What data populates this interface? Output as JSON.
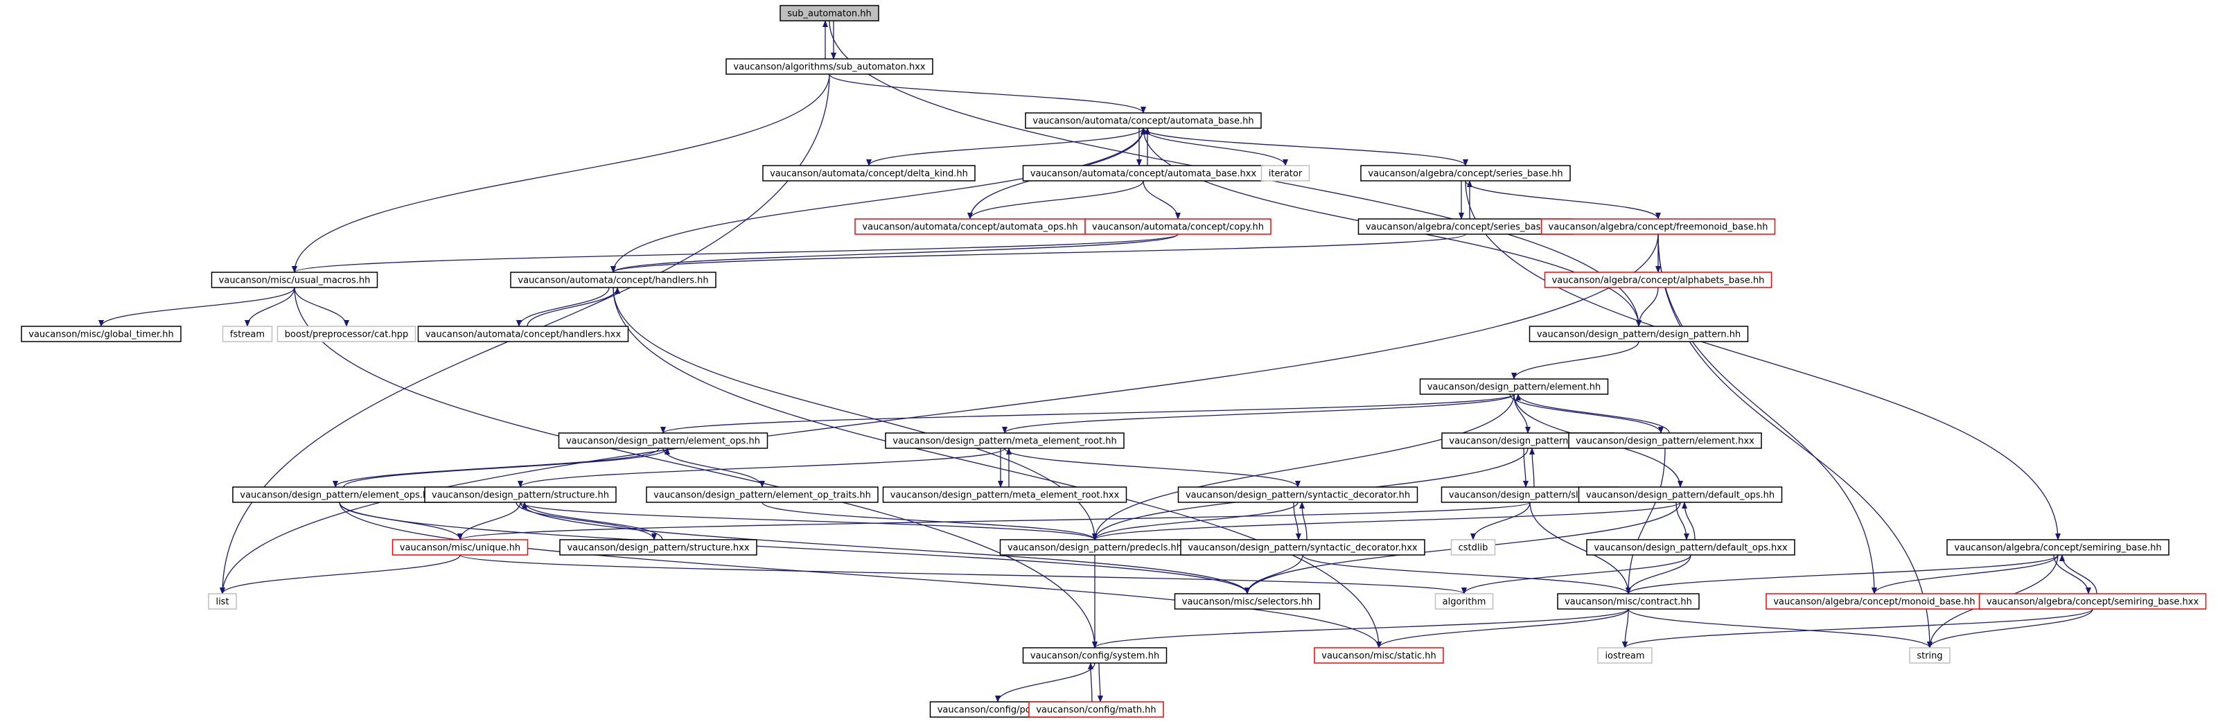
{
  "colors": {
    "edge": "#191970",
    "border_default": "#000000",
    "border_external": "#bfbfbf",
    "border_missing": "#ff0000",
    "root_fill": "#bfbfbf",
    "fill": "#ffffff"
  },
  "nodes": [
    {
      "id": "sub_automaton_hh",
      "label": "sub_automaton.hh",
      "kind": "root"
    },
    {
      "id": "alg_sub_automaton_hxx",
      "label": "vaucanson/algorithms/sub_automaton.hxx",
      "kind": "normal"
    },
    {
      "id": "automata_base_hh",
      "label": "vaucanson/automata/concept/automata_base.hh",
      "kind": "normal"
    },
    {
      "id": "delta_kind_hh",
      "label": "vaucanson/automata/concept/delta_kind.hh",
      "kind": "normal"
    },
    {
      "id": "automata_base_hxx",
      "label": "vaucanson/automata/concept/automata_base.hxx",
      "kind": "normal"
    },
    {
      "id": "iterator",
      "label": "iterator",
      "kind": "external"
    },
    {
      "id": "series_base_hh",
      "label": "vaucanson/algebra/concept/series_base.hh",
      "kind": "normal"
    },
    {
      "id": "automata_ops_hh",
      "label": "vaucanson/automata/concept/automata_ops.hh",
      "kind": "missing"
    },
    {
      "id": "copy_hh",
      "label": "vaucanson/automata/concept/copy.hh",
      "kind": "missing"
    },
    {
      "id": "series_base_hxx",
      "label": "vaucanson/algebra/concept/series_base.hxx",
      "kind": "normal"
    },
    {
      "id": "freemonoid_base_hh",
      "label": "vaucanson/algebra/concept/freemonoid_base.hh",
      "kind": "missing"
    },
    {
      "id": "usual_macros_hh",
      "label": "vaucanson/misc/usual_macros.hh",
      "kind": "normal"
    },
    {
      "id": "handlers_hh",
      "label": "vaucanson/automata/concept/handlers.hh",
      "kind": "normal"
    },
    {
      "id": "alphabets_base_hh",
      "label": "vaucanson/algebra/concept/alphabets_base.hh",
      "kind": "missing"
    },
    {
      "id": "global_timer_hh",
      "label": "vaucanson/misc/global_timer.hh",
      "kind": "normal"
    },
    {
      "id": "fstream",
      "label": "fstream",
      "kind": "external"
    },
    {
      "id": "boost_cat_hpp",
      "label": "boost/preprocessor/cat.hpp",
      "kind": "external"
    },
    {
      "id": "handlers_hxx",
      "label": "vaucanson/automata/concept/handlers.hxx",
      "kind": "normal"
    },
    {
      "id": "design_pattern_hh",
      "label": "vaucanson/design_pattern/design_pattern.hh",
      "kind": "normal"
    },
    {
      "id": "element_hh",
      "label": "vaucanson/design_pattern/element.hh",
      "kind": "normal"
    },
    {
      "id": "element_ops_hh",
      "label": "vaucanson/design_pattern/element_ops.hh",
      "kind": "normal"
    },
    {
      "id": "meta_element_root_hh",
      "label": "vaucanson/design_pattern/meta_element_root.hh",
      "kind": "normal"
    },
    {
      "id": "slots_hh",
      "label": "vaucanson/design_pattern/slots.hh",
      "kind": "normal"
    },
    {
      "id": "element_hxx",
      "label": "vaucanson/design_pattern/element.hxx",
      "kind": "normal"
    },
    {
      "id": "element_ops_hxx",
      "label": "vaucanson/design_pattern/element_ops.hxx",
      "kind": "normal"
    },
    {
      "id": "structure_hh",
      "label": "vaucanson/design_pattern/structure.hh",
      "kind": "normal"
    },
    {
      "id": "element_op_traits_hh",
      "label": "vaucanson/design_pattern/element_op_traits.hh",
      "kind": "normal"
    },
    {
      "id": "meta_element_root_hxx",
      "label": "vaucanson/design_pattern/meta_element_root.hxx",
      "kind": "normal"
    },
    {
      "id": "syntactic_decorator_hh",
      "label": "vaucanson/design_pattern/syntactic_decorator.hh",
      "kind": "normal"
    },
    {
      "id": "slots_hxx",
      "label": "vaucanson/design_pattern/slots.hxx",
      "kind": "normal"
    },
    {
      "id": "default_ops_hh",
      "label": "vaucanson/design_pattern/default_ops.hh",
      "kind": "normal"
    },
    {
      "id": "unique_hh",
      "label": "vaucanson/misc/unique.hh",
      "kind": "missing"
    },
    {
      "id": "structure_hxx",
      "label": "vaucanson/design_pattern/structure.hxx",
      "kind": "normal"
    },
    {
      "id": "predecls_hh",
      "label": "vaucanson/design_pattern/predecls.hh",
      "kind": "normal"
    },
    {
      "id": "syntactic_decorator_hxx",
      "label": "vaucanson/design_pattern/syntactic_decorator.hxx",
      "kind": "normal"
    },
    {
      "id": "cstdlib",
      "label": "cstdlib",
      "kind": "external"
    },
    {
      "id": "default_ops_hxx",
      "label": "vaucanson/design_pattern/default_ops.hxx",
      "kind": "normal"
    },
    {
      "id": "semiring_base_hh",
      "label": "vaucanson/algebra/concept/semiring_base.hh",
      "kind": "normal"
    },
    {
      "id": "list",
      "label": "list",
      "kind": "external"
    },
    {
      "id": "selectors_hh",
      "label": "vaucanson/misc/selectors.hh",
      "kind": "normal"
    },
    {
      "id": "algorithm",
      "label": "algorithm",
      "kind": "external"
    },
    {
      "id": "contract_hh",
      "label": "vaucanson/misc/contract.hh",
      "kind": "normal"
    },
    {
      "id": "monoid_base_hh",
      "label": "vaucanson/algebra/concept/monoid_base.hh",
      "kind": "missing"
    },
    {
      "id": "semiring_base_hxx",
      "label": "vaucanson/algebra/concept/semiring_base.hxx",
      "kind": "missing"
    },
    {
      "id": "system_hh",
      "label": "vaucanson/config/system.hh",
      "kind": "normal"
    },
    {
      "id": "static_hh",
      "label": "vaucanson/misc/static.hh",
      "kind": "missing"
    },
    {
      "id": "iostream",
      "label": "iostream",
      "kind": "external"
    },
    {
      "id": "string",
      "label": "string",
      "kind": "external"
    },
    {
      "id": "pconf_hh",
      "label": "vaucanson/config/pconf.hh",
      "kind": "normal"
    },
    {
      "id": "math_hh",
      "label": "vaucanson/config/math.hh",
      "kind": "missing"
    }
  ],
  "edges": [
    [
      "sub_automaton_hh",
      "alg_sub_automaton_hxx"
    ],
    [
      "alg_sub_automaton_hxx",
      "sub_automaton_hh"
    ],
    [
      "sub_automaton_hh",
      "design_pattern_hh"
    ],
    [
      "alg_sub_automaton_hxx",
      "automata_base_hh"
    ],
    [
      "alg_sub_automaton_hxx",
      "usual_macros_hh"
    ],
    [
      "alg_sub_automaton_hxx",
      "list"
    ],
    [
      "automata_base_hh",
      "delta_kind_hh"
    ],
    [
      "automata_base_hh",
      "automata_base_hxx"
    ],
    [
      "automata_base_hxx",
      "automata_base_hh"
    ],
    [
      "automata_base_hh",
      "iterator"
    ],
    [
      "automata_base_hh",
      "series_base_hh"
    ],
    [
      "automata_base_hh",
      "handlers_hh"
    ],
    [
      "automata_base_hh",
      "design_pattern_hh"
    ],
    [
      "automata_base_hxx",
      "automata_ops_hh"
    ],
    [
      "automata_base_hxx",
      "copy_hh"
    ],
    [
      "automata_ops_hh",
      "automata_base_hh"
    ],
    [
      "copy_hh",
      "handlers_hh"
    ],
    [
      "copy_hh",
      "usual_macros_hh"
    ],
    [
      "series_base_hh",
      "series_base_hxx"
    ],
    [
      "series_base_hxx",
      "series_base_hh"
    ],
    [
      "series_base_hh",
      "freemonoid_base_hh"
    ],
    [
      "series_base_hh",
      "semiring_base_hh"
    ],
    [
      "series_base_hxx",
      "handlers_hh"
    ],
    [
      "freemonoid_base_hh",
      "alphabets_base_hh"
    ],
    [
      "freemonoid_base_hh",
      "monoid_base_hh"
    ],
    [
      "freemonoid_base_hh",
      "string"
    ],
    [
      "freemonoid_base_hh",
      "list"
    ],
    [
      "alphabets_base_hh",
      "design_pattern_hh"
    ],
    [
      "usual_macros_hh",
      "global_timer_hh"
    ],
    [
      "usual_macros_hh",
      "fstream"
    ],
    [
      "usual_macros_hh",
      "boost_cat_hpp"
    ],
    [
      "usual_macros_hh",
      "system_hh"
    ],
    [
      "handlers_hh",
      "handlers_hxx"
    ],
    [
      "handlers_hxx",
      "handlers_hh"
    ],
    [
      "handlers_hh",
      "predecls_hh"
    ],
    [
      "handlers_hh",
      "static_hh"
    ],
    [
      "design_pattern_hh",
      "element_hh"
    ],
    [
      "element_hh",
      "element_ops_hh"
    ],
    [
      "element_hh",
      "meta_element_root_hh"
    ],
    [
      "element_hh",
      "slots_hh"
    ],
    [
      "element_hh",
      "element_hxx"
    ],
    [
      "element_hxx",
      "element_hh"
    ],
    [
      "element_hh",
      "default_ops_hh"
    ],
    [
      "element_hh",
      "predecls_hh"
    ],
    [
      "element_hxx",
      "contract_hh"
    ],
    [
      "element_ops_hh",
      "element_ops_hxx"
    ],
    [
      "element_ops_hxx",
      "element_ops_hh"
    ],
    [
      "element_ops_hh",
      "element_op_traits_hh"
    ],
    [
      "element_ops_hxx",
      "unique_hh"
    ],
    [
      "element_ops_hxx",
      "selectors_hh"
    ],
    [
      "element_ops_hxx",
      "static_hh"
    ],
    [
      "meta_element_root_hh",
      "meta_element_root_hxx"
    ],
    [
      "meta_element_root_hxx",
      "meta_element_root_hh"
    ],
    [
      "meta_element_root_hh",
      "structure_hh"
    ],
    [
      "meta_element_root_hh",
      "syntactic_decorator_hh"
    ],
    [
      "structure_hh",
      "structure_hxx"
    ],
    [
      "structure_hxx",
      "structure_hh"
    ],
    [
      "structure_hh",
      "unique_hh"
    ],
    [
      "structure_hh",
      "predecls_hh"
    ],
    [
      "structure_hh",
      "selectors_hh"
    ],
    [
      "element_op_traits_hh",
      "predecls_hh"
    ],
    [
      "slots_hh",
      "slots_hxx"
    ],
    [
      "slots_hxx",
      "slots_hh"
    ],
    [
      "slots_hh",
      "predecls_hh"
    ],
    [
      "slots_hxx",
      "cstdlib"
    ],
    [
      "slots_hxx",
      "contract_hh"
    ],
    [
      "slots_hxx",
      "unique_hh"
    ],
    [
      "syntactic_decorator_hh",
      "syntactic_decorator_hxx"
    ],
    [
      "syntactic_decorator_hxx",
      "syntactic_decorator_hh"
    ],
    [
      "syntactic_decorator_hh",
      "predecls_hh"
    ],
    [
      "syntactic_decorator_hxx",
      "selectors_hh"
    ],
    [
      "syntactic_decorator_hxx",
      "contract_hh"
    ],
    [
      "default_ops_hh",
      "default_ops_hxx"
    ],
    [
      "default_ops_hxx",
      "default_ops_hh"
    ],
    [
      "default_ops_hh",
      "predecls_hh"
    ],
    [
      "default_ops_hh",
      "selectors_hh"
    ],
    [
      "default_ops_hxx",
      "contract_hh"
    ],
    [
      "default_ops_hxx",
      "algorithm"
    ],
    [
      "unique_hh",
      "list"
    ],
    [
      "unique_hh",
      "algorithm"
    ],
    [
      "predecls_hh",
      "system_hh"
    ],
    [
      "contract_hh",
      "system_hh"
    ],
    [
      "contract_hh",
      "static_hh"
    ],
    [
      "contract_hh",
      "iostream"
    ],
    [
      "contract_hh",
      "string"
    ],
    [
      "semiring_base_hh",
      "contract_hh"
    ],
    [
      "semiring_base_hh",
      "monoid_base_hh"
    ],
    [
      "semiring_base_hh",
      "semiring_base_hxx"
    ],
    [
      "semiring_base_hxx",
      "semiring_base_hh"
    ],
    [
      "semiring_base_hh",
      "string"
    ],
    [
      "semiring_base_hxx",
      "iostream"
    ],
    [
      "semiring_base_hxx",
      "string"
    ],
    [
      "system_hh",
      "pconf_hh"
    ],
    [
      "system_hh",
      "math_hh"
    ],
    [
      "math_hh",
      "system_hh"
    ]
  ]
}
